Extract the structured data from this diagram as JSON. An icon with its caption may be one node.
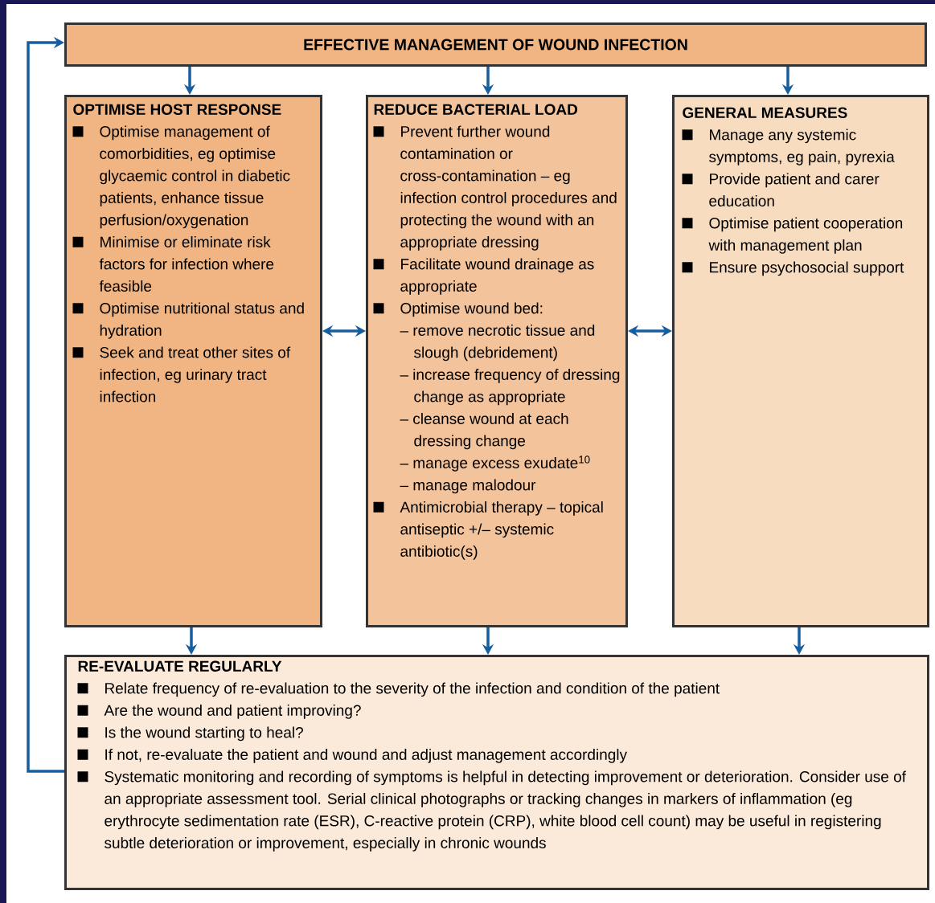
{
  "diagram": {
    "nodes": [
      {
        "text": [
          "EFFECTIVE MANAGEMENT OF WOUND INFECTION"
        ]
      },
      {
        "text": [
          "OPTIMISE HOST RESPONSE",
          "Optimise management of comorbidities, eg optimise glycaemic control in diabetic patients, enhance tissue perfusion/oxygenation",
          "Minimise or eliminate risk factors for infection where feasible",
          "Optimise nutritional status and hydration",
          "Seek and treat other sites of infection, eg urinary tract infection"
        ]
      },
      {
        "text": [
          "REDUCE BACTERIAL LOAD",
          "Prevent further wound contamination or cross-contamination – eg infection control procedures and protecting the wound with an appropriate dressing",
          "Facilitate wound drainage as appropriate",
          "Optimise wound bed:",
          "– remove necrotic tissue and slough (debridement)",
          "– increase frequency of dressing change as appropriate",
          "– cleanse wound at each dressing change",
          "– manage excess exudate$^{10}$",
          "– manage malodour",
          "Antimicrobial therapy – topical antiseptic +/– systemic antibiotic(s)"
        ]
      },
      {
        "text": [
          "GENERAL MEASURES",
          "Manage any systemic symptoms, eg pain, pyrexia",
          "Provide patient and carer education",
          "Optimise patient cooperation with management plan",
          "Ensure psychosocial support"
        ]
      },
      {
        "text": [
          "RE-EVALUATE REGULARLY",
          "Relate frequency of re-evaluation to the severity of the infection and condition of the patient",
          "Are the wound and patient improving?",
          "Is the wound starting to heal?",
          "If not, re-evaluate the patient and wound and adjust management accordingly",
          "Systematic monitoring and recording of symptoms is helpful in detecting improvement or deterioration. Consider use of an appropriate assessment tool. Serial clinical photographs or tracking changes in markers of inflammation (eg erythrocyte sedimentation rate (ESR), C-reactive protein (CRP), white blood cell count) may be useful in registering subtle deterioration or improvement, especially in chronic wounds"
        ]
      }
    ],
    "edges": [
      {
        "from": 0,
        "to": 1,
        "arrow": "to"
      },
      {
        "from": 0,
        "to": 2,
        "arrow": "to"
      },
      {
        "from": 0,
        "to": 3,
        "arrow": "to"
      },
      {
        "from": 1,
        "to": 2,
        "arrow": "both"
      },
      {
        "from": 2,
        "to": 3,
        "arrow": "both"
      },
      {
        "from": 1,
        "to": 4,
        "arrow": "to"
      },
      {
        "from": 2,
        "to": 4,
        "arrow": "to"
      },
      {
        "from": 3,
        "to": 4,
        "arrow": "to"
      },
      {
        "from": 4,
        "to": 0,
        "arrow": "to"
      }
    ]
  }
}
